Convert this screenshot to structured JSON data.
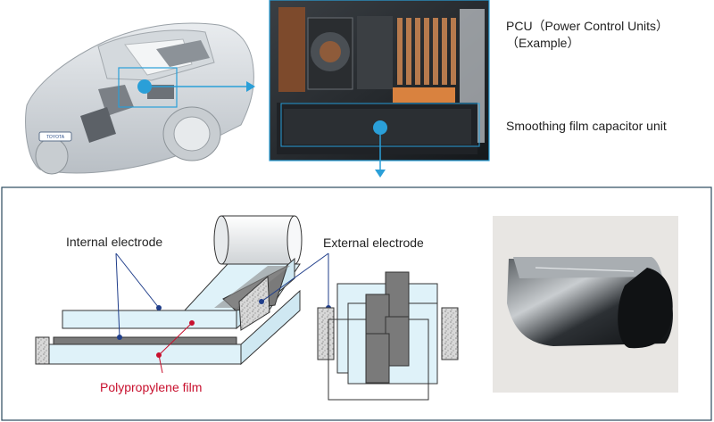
{
  "pcu": {
    "title": "PCU（Power Control Units）",
    "subtitle": "（Example）"
  },
  "smoothing_label": "Smoothing film capacitor unit",
  "diagram": {
    "internal_electrode": "Internal electrode",
    "external_electrode": "External electrode",
    "polypropylene_film": "Polypropylene film"
  },
  "car_badge": "TOYOTA",
  "colors": {
    "accent_blue": "#2a9fd8",
    "frame": "#2b4a5e",
    "film_fill": "#dff2f9",
    "electrode_gray": "#7a7a7a",
    "label_red": "#c8102e"
  }
}
